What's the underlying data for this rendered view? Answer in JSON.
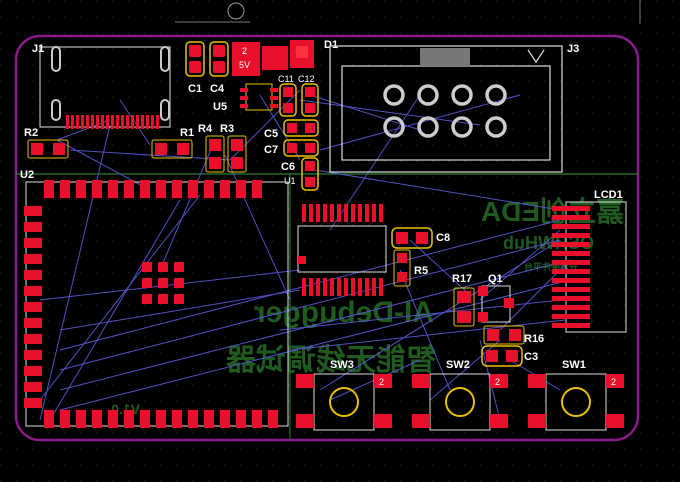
{
  "components": {
    "j1": "J1",
    "j3": "J3",
    "d1": "D1",
    "c1": "C1",
    "c4": "C4",
    "u5": "U5",
    "c11": "C11",
    "c12": "C12",
    "c5": "C5",
    "c7": "C7",
    "c6": "C6",
    "u1": "U1",
    "r1": "R1",
    "r2": "R2",
    "r3": "R3",
    "r4": "R4",
    "u2": "U2",
    "c8": "C8",
    "r5": "R5",
    "r17": "R17",
    "q1": "Q1",
    "r16": "R16",
    "c3": "C3",
    "lcd1": "LCD1",
    "sw1": "SW1",
    "sw2": "SW2",
    "sw3": "SW3"
  },
  "pad_labels": {
    "regulator_pin": "2",
    "regulator_voltage": "5V",
    "sw3_pin": "2",
    "sw2_pin": "2",
    "sw1_pin": "2"
  },
  "silkscreen": {
    "brand": "嘉立创EDA",
    "oshwhub": "OSHWHub",
    "tagline": "开源硬件平台",
    "product_en": "AI-Debugger",
    "product_cn": "智能无线调试器",
    "version": "V1.0"
  },
  "colors": {
    "background": "#000000",
    "outline": "#8b1a8b",
    "pad": "#e8102a",
    "silk": "#ffffff",
    "copper_ring": "#d9b300",
    "ratsnest": "#5a5ad8",
    "trace": "#2f7d2f",
    "bottom_silk": "#1f5a1f"
  }
}
